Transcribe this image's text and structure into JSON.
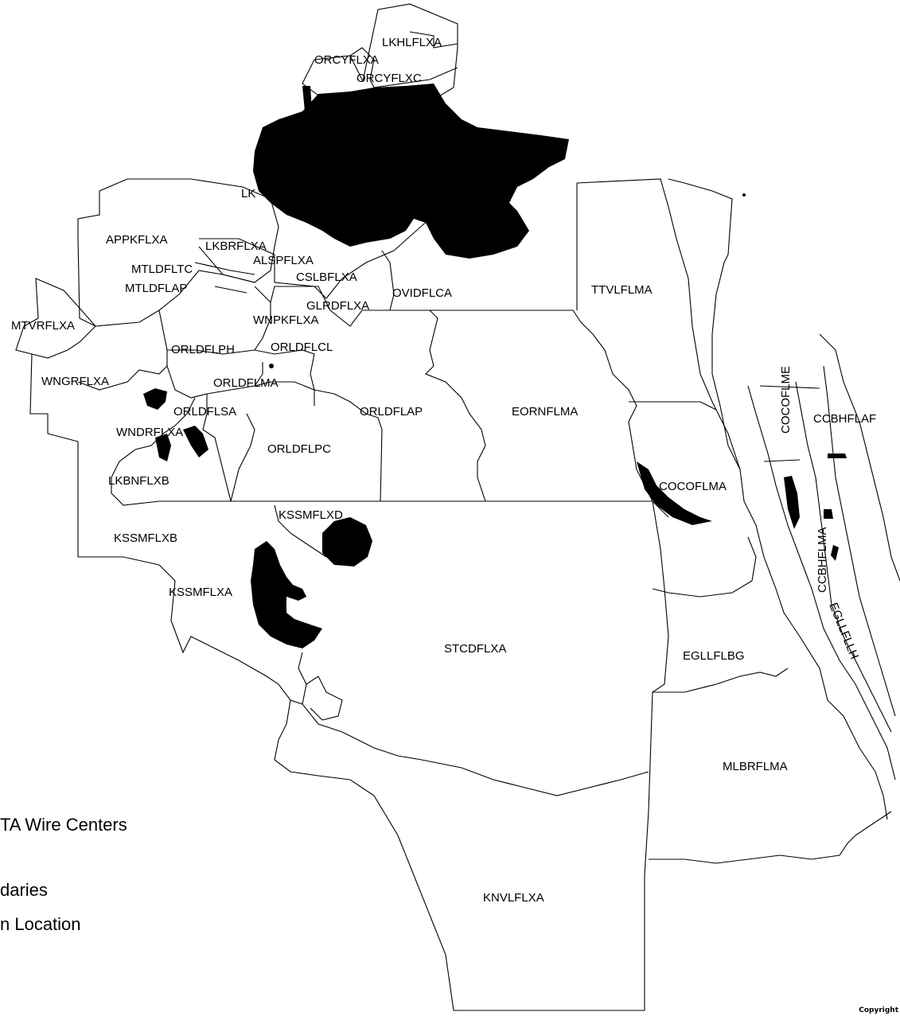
{
  "map": {
    "colors": {
      "boundary": "#000000",
      "water": "#000000",
      "background": "#ffffff"
    },
    "wire_centers": [
      {
        "id": "lkhl",
        "label": "LKHLFLXA"
      },
      {
        "id": "orcy-xa",
        "label": "ORCYFLXA"
      },
      {
        "id": "orcy-xc",
        "label": "ORCYFLXC"
      },
      {
        "id": "appk",
        "label": "APPKFLXA"
      },
      {
        "id": "lkbr",
        "label": "LKBRFLXA"
      },
      {
        "id": "alsp",
        "label": "ALSPFLXA"
      },
      {
        "id": "mtld-tc",
        "label": "MTLDFLTC"
      },
      {
        "id": "mtld-ap",
        "label": "MTLDFLAP"
      },
      {
        "id": "cslb",
        "label": "CSLBFLXA"
      },
      {
        "id": "ovid",
        "label": "OVIDFLCA"
      },
      {
        "id": "ttvl",
        "label": "TTVLFLMA"
      },
      {
        "id": "mtvr",
        "label": "MTVRFLXA"
      },
      {
        "id": "glrd",
        "label": "GLRDFLXA"
      },
      {
        "id": "wnpk",
        "label": "WNPKFLXA"
      },
      {
        "id": "orld-ph",
        "label": "ORLDFLPH"
      },
      {
        "id": "orld-cl",
        "label": "ORLDFLCL"
      },
      {
        "id": "wngr",
        "label": "WNGRFLXA"
      },
      {
        "id": "orld-ma",
        "label": "ORLDFLMA"
      },
      {
        "id": "orld-sa",
        "label": "ORLDFLSA"
      },
      {
        "id": "orld-ap",
        "label": "ORLDFLAP"
      },
      {
        "id": "eorn",
        "label": "EORNFLMA"
      },
      {
        "id": "coco-me",
        "label": "COCOFLME"
      },
      {
        "id": "ccbh-af",
        "label": "CCBHFLAF"
      },
      {
        "id": "wndr",
        "label": "WNDRFLXA"
      },
      {
        "id": "orld-pc",
        "label": "ORLDFLPC"
      },
      {
        "id": "lkbn",
        "label": "LKBNFLXB"
      },
      {
        "id": "coco-ma",
        "label": "COCOFLMA"
      },
      {
        "id": "kssm-xd",
        "label": "KSSMFLXD"
      },
      {
        "id": "kssm-xb",
        "label": "KSSMFLXB"
      },
      {
        "id": "ccbh-ma",
        "label": "CCBHFLMA"
      },
      {
        "id": "kssm-xa",
        "label": "KSSMFLXA"
      },
      {
        "id": "egll-lh",
        "label": "EGLLFLLH"
      },
      {
        "id": "stcd",
        "label": "STCDFLXA"
      },
      {
        "id": "egll-bg",
        "label": "EGLLFLBG"
      },
      {
        "id": "mlbr",
        "label": "MLBRFLMA"
      },
      {
        "id": "knvl",
        "label": "KNVLFLXA"
      },
      {
        "id": "lk-obscured",
        "label": "LK"
      }
    ]
  },
  "legend": {
    "line1": "TA Wire Centers",
    "line2": "daries",
    "line3": "n Location"
  },
  "footer": {
    "copyright": "Copyright"
  }
}
